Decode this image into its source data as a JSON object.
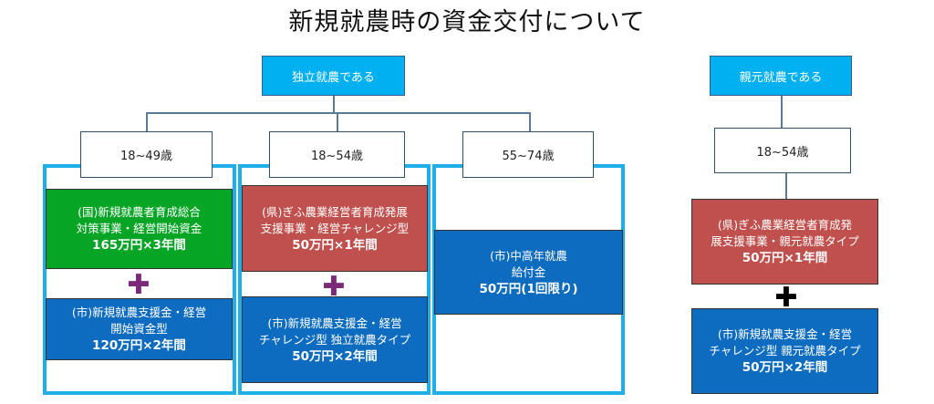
{
  "title": "新規就農時の資金交付について",
  "colors": {
    "header": "#00b0f0",
    "frame": "#1eaee8",
    "green": "#07a526",
    "blue": "#0e6cc0",
    "red": "#c0504d",
    "plus_purple": "#7a2a78",
    "plus_black": "#000000"
  },
  "independent": {
    "header": "独立就農である",
    "plus": "✚",
    "groups": [
      {
        "age": "18~49歳",
        "boxes": [
          {
            "lines": [
              "(国)新規就農者育成総合",
              "対策事業・経営開始資金"
            ],
            "amount": "165万円×3年間"
          },
          {
            "lines": [
              "(市)新規就農支援金・経営",
              "開始資金型"
            ],
            "amount": "120万円×2年間"
          }
        ]
      },
      {
        "age": "18~54歳",
        "boxes": [
          {
            "lines": [
              "(県)ぎふ農業経営者育成発展",
              "支援事業・経営チャレンジ型"
            ],
            "amount": "50万円×1年間"
          },
          {
            "lines": [
              "(市)新規就農支援金・経営",
              "チャレンジ型  独立就農タイプ"
            ],
            "amount": "50万円×2年間"
          }
        ]
      },
      {
        "age": "55~74歳",
        "boxes": [
          {
            "lines": [
              "(市)中高年就農",
              "給付金"
            ],
            "amount": "50万円(1回限り)"
          }
        ]
      }
    ]
  },
  "parental": {
    "header": "親元就農である",
    "age": "18~54歳",
    "plus": "✚",
    "boxes": [
      {
        "lines": [
          "(県)ぎふ農業経営者育成発",
          "展支援事業・親元就農タイプ"
        ],
        "amount": "50万円×1年間"
      },
      {
        "lines": [
          "(市)新規就農支援金・経営",
          "チャレンジ型  親元就農タイプ"
        ],
        "amount": "50万円×2年間"
      }
    ]
  }
}
